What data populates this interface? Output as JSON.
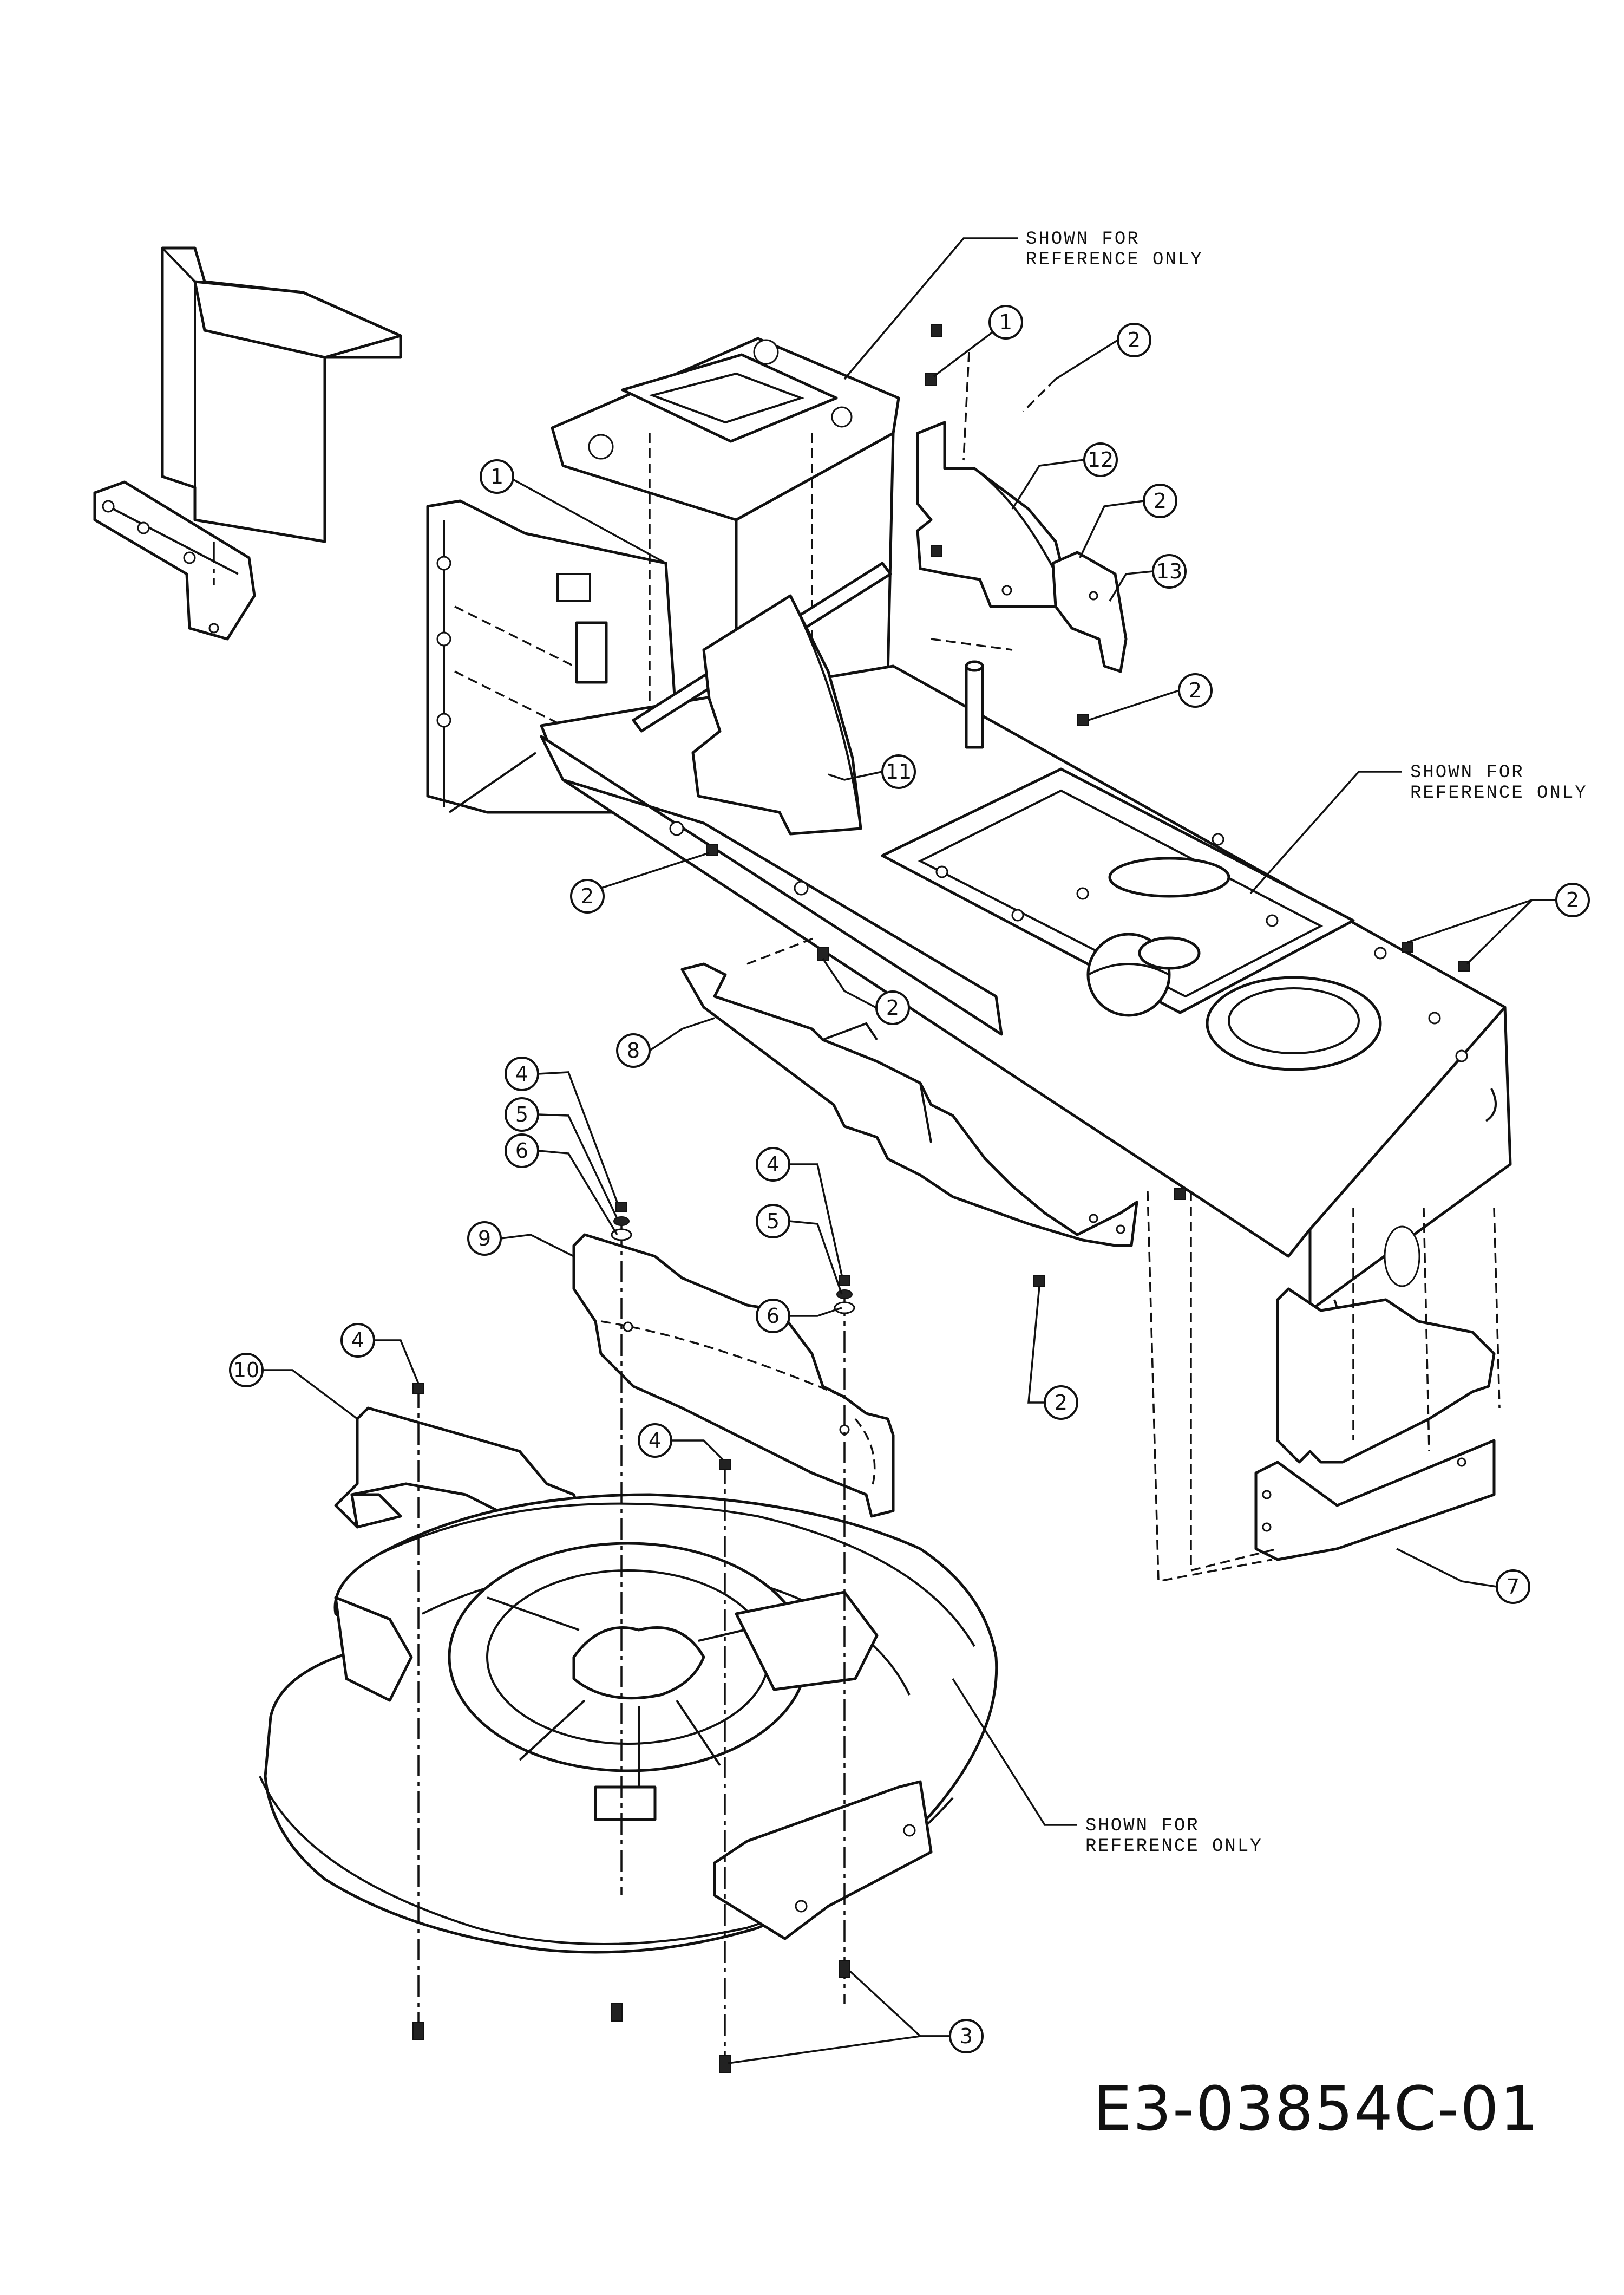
{
  "diagram_id": "E3-03854C-01",
  "reference_notes": [
    {
      "line1": "SHOWN FOR",
      "line2": "REFERENCE ONLY"
    },
    {
      "line1": "SHOWN FOR",
      "line2": "REFERENCE ONLY"
    },
    {
      "line1": "SHOWN FOR",
      "line2": "REFERENCE ONLY"
    }
  ],
  "callouts": [
    {
      "label": "1"
    },
    {
      "label": "2"
    },
    {
      "label": "1"
    },
    {
      "label": "12"
    },
    {
      "label": "2"
    },
    {
      "label": "13"
    },
    {
      "label": "2"
    },
    {
      "label": "11"
    },
    {
      "label": "2"
    },
    {
      "label": "2"
    },
    {
      "label": "2"
    },
    {
      "label": "8"
    },
    {
      "label": "4"
    },
    {
      "label": "5"
    },
    {
      "label": "6"
    },
    {
      "label": "9"
    },
    {
      "label": "4"
    },
    {
      "label": "5"
    },
    {
      "label": "6"
    },
    {
      "label": "4"
    },
    {
      "label": "10"
    },
    {
      "label": "4"
    },
    {
      "label": "2"
    },
    {
      "label": "7"
    },
    {
      "label": "3"
    }
  ]
}
